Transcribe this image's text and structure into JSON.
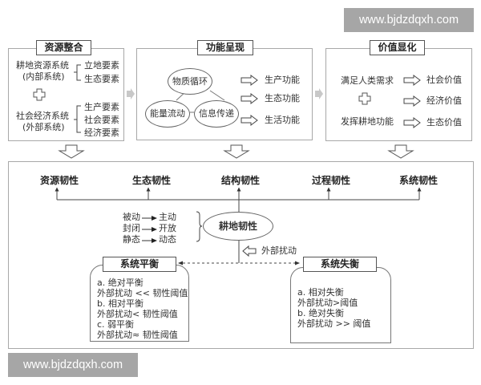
{
  "watermarks": {
    "top": "www.bjdzdqxh.com",
    "bottom": "www.bjdzdqxh.com"
  },
  "panels": {
    "resource": {
      "title": "资源整合",
      "internal_system": [
        "耕地资源系统",
        "(内部系统)"
      ],
      "internal_elements": [
        "立地要素",
        "生态要素"
      ],
      "external_system": [
        "社会经济系统",
        "(外部系统)"
      ],
      "external_elements": [
        "生产要素",
        "社会要素",
        "经济要素"
      ],
      "plus_icon": "plus-icon"
    },
    "function": {
      "title": "功能呈现",
      "cycles": [
        "物质循环",
        "能量流动",
        "信息传递"
      ],
      "functions": [
        "生产功能",
        "生态功能",
        "生活功能"
      ]
    },
    "value": {
      "title": "价值显化",
      "sources": [
        "满足人类需求",
        "发挥耕地功能"
      ],
      "values": [
        "社会价值",
        "经济价值",
        "生态价值"
      ]
    }
  },
  "resilience": {
    "types": [
      "资源韧性",
      "生态韧性",
      "结构韧性",
      "过程韧性",
      "系统韧性"
    ],
    "transitions": [
      {
        "from": "被动",
        "to": "主动"
      },
      {
        "from": "封闭",
        "to": "开放"
      },
      {
        "from": "静态",
        "to": "动态"
      }
    ],
    "center": "耕地韧性",
    "disturbance": "外部扰动",
    "balance": {
      "title": "系统平衡",
      "lines": [
        "a. 绝对平衡",
        "外部扰动 << 韧性阈值",
        "b. 相对平衡",
        "外部扰动< 韧性阈值",
        "c. 弱平衡",
        "外部扰动≈ 韧性阈值"
      ]
    },
    "imbalance": {
      "title": "系统失衡",
      "lines": [
        "a. 相对失衡",
        "外部扰动>阈值",
        "b. 绝对失衡",
        "外部扰动 >> 阈值"
      ]
    }
  },
  "colors": {
    "border": "#a8a8a8",
    "watermark_bg": "#a6a6a6",
    "connector_arrow": "#c8c8c8"
  }
}
